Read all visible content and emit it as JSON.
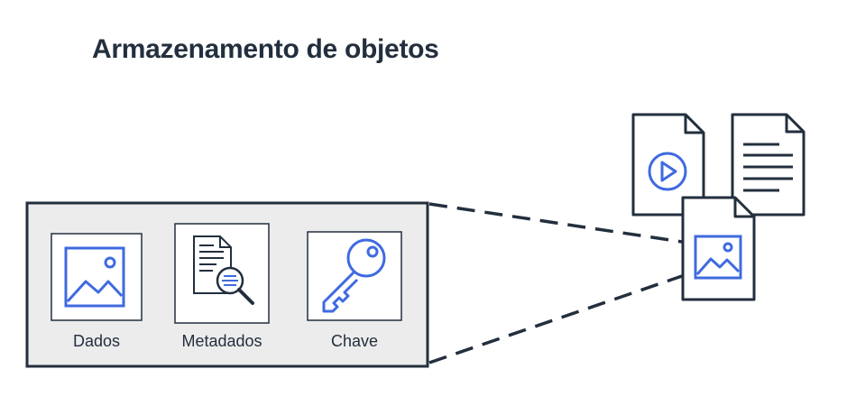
{
  "title": "Armazenamento de objetos",
  "object_parts": [
    {
      "label": "Dados",
      "icon": "image-icon"
    },
    {
      "label": "Metadados",
      "icon": "document-search-icon"
    },
    {
      "label": "Chave",
      "icon": "key-icon"
    }
  ],
  "files": [
    {
      "icon": "video-file-icon"
    },
    {
      "icon": "text-file-icon"
    },
    {
      "icon": "image-file-icon"
    }
  ],
  "colors": {
    "ink": "#232f3e",
    "accent": "#3f6ae0",
    "panel": "#ececec"
  }
}
